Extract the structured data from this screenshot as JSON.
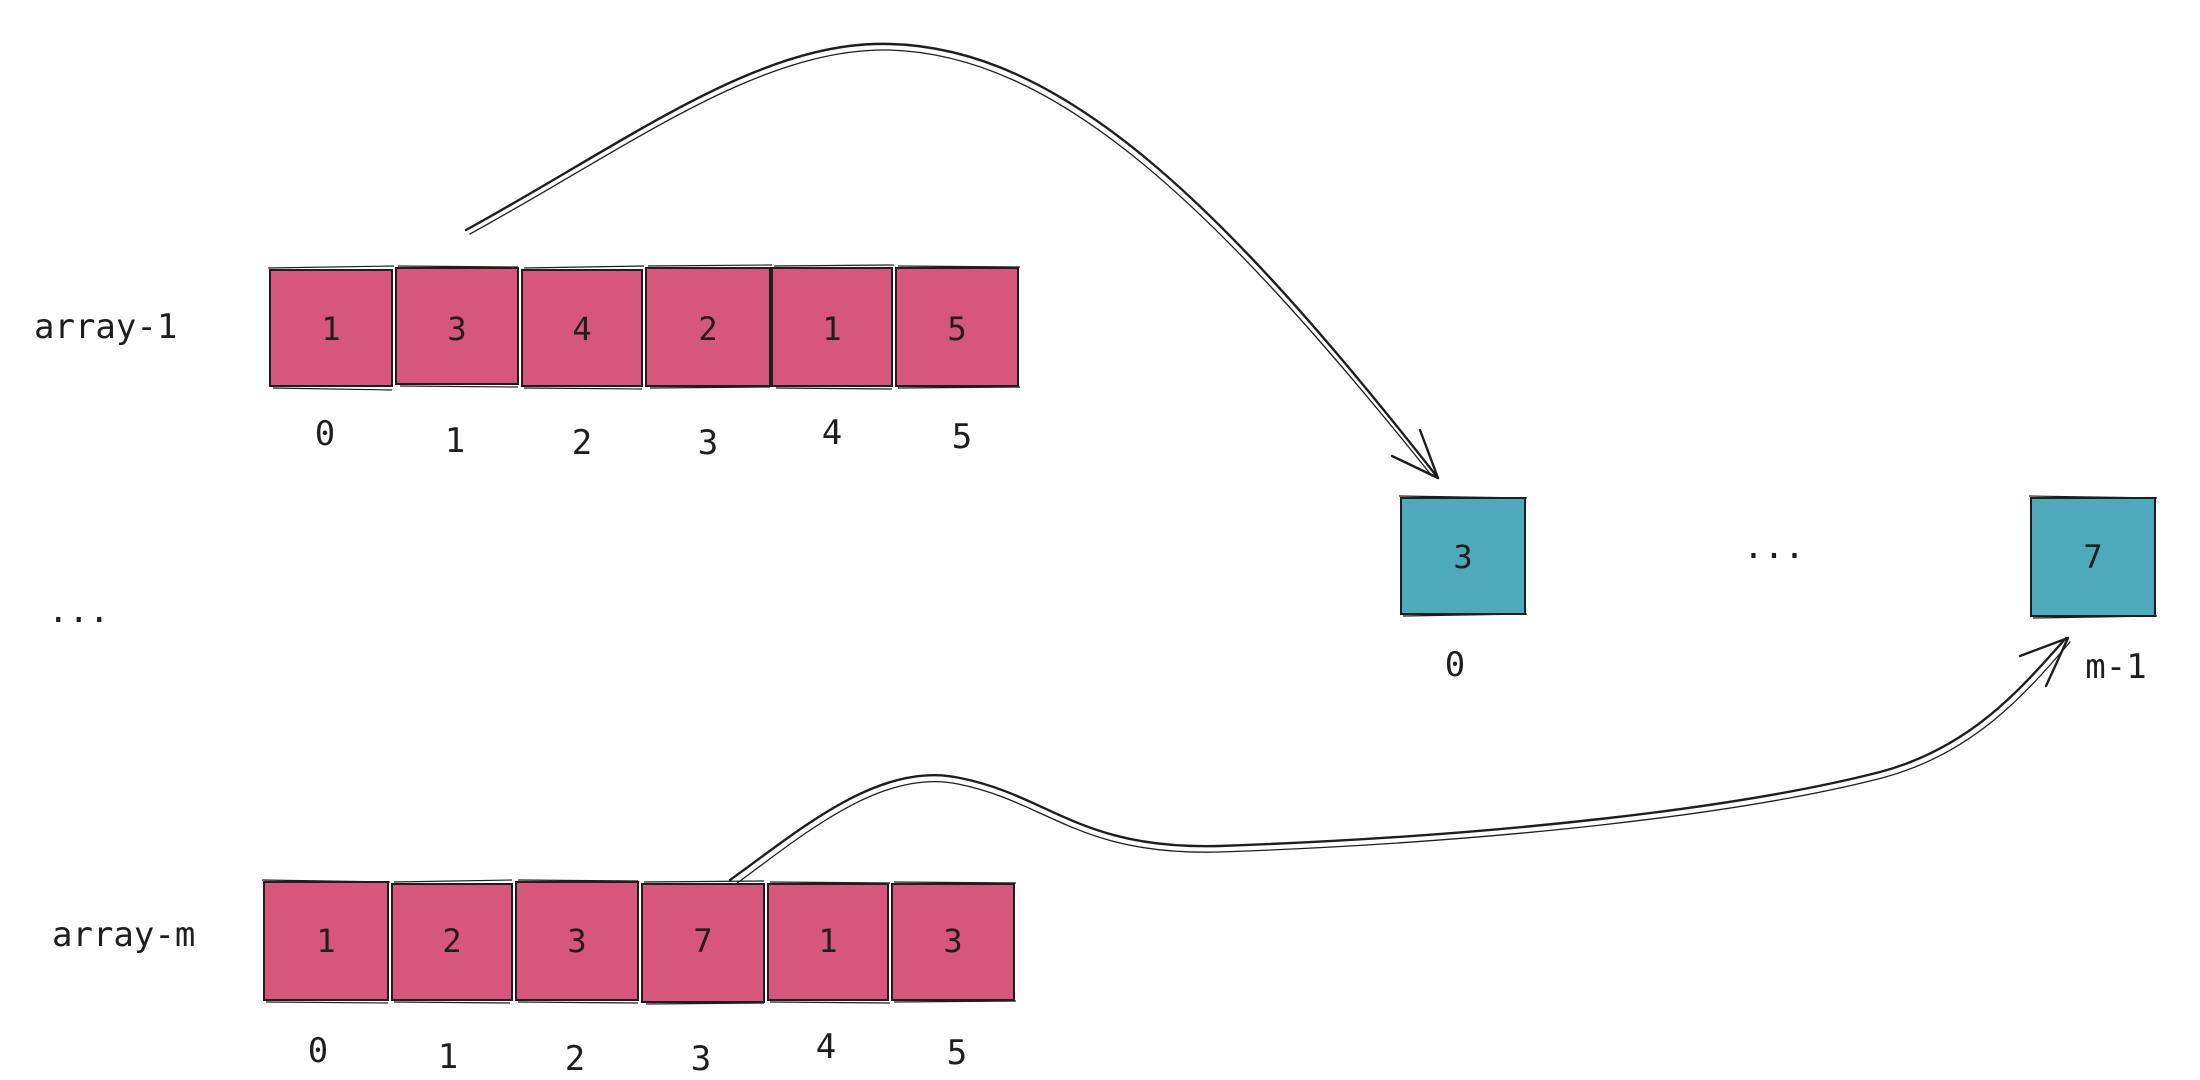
{
  "colors": {
    "source_cell": "#d6567e",
    "target_cell": "#4ea9bb",
    "ink": "#1e1e1e"
  },
  "rows": [
    {
      "label": "array-1",
      "values": [
        "1",
        "3",
        "4",
        "2",
        "1",
        "5"
      ],
      "indices": [
        "0",
        "1",
        "2",
        "3",
        "4",
        "5"
      ]
    },
    {
      "label": "array-m",
      "values": [
        "1",
        "2",
        "3",
        "7",
        "1",
        "3"
      ],
      "indices": [
        "0",
        "1",
        "2",
        "3",
        "4",
        "5"
      ]
    }
  ],
  "rows_ellipsis": "...",
  "result": {
    "cells": [
      {
        "value": "3",
        "index": "0"
      },
      {
        "value": "7",
        "index": "m-1"
      }
    ],
    "ellipsis": "..."
  }
}
